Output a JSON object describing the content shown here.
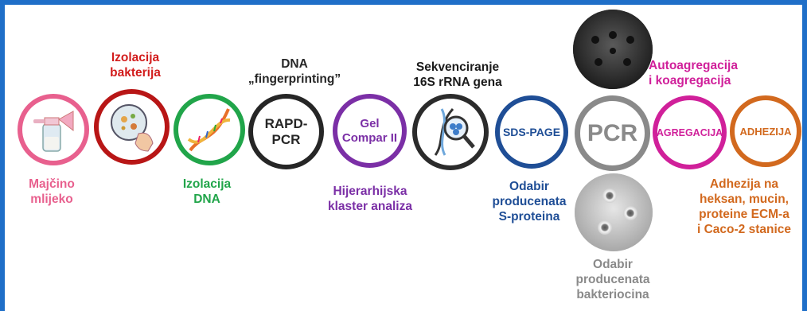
{
  "steps": {
    "breast_milk": {
      "label": "Majčino\nmlijeko",
      "color": "#e8608e",
      "icon": "breast-pump-icon"
    },
    "bacteria_isolation": {
      "label": "Izolacija\nbakterija",
      "color": "#d21c1c",
      "icon": "petri-dish-hand-icon"
    },
    "dna_isolation": {
      "label": "Izolacija\nDNA",
      "color": "#21a54a",
      "icon": "dna-helix-icon"
    },
    "dna_fingerprinting": {
      "label": "DNA\n„fingerprinting”",
      "circle_text": "RAPD-PCR",
      "color": "#262626"
    },
    "gel_compar": {
      "label": "Hijerarhijska\nklaster analiza",
      "circle_text": "Gel\nCompar II",
      "color": "#7b2fa6"
    },
    "sequencing": {
      "label": "Sekvenciranje\n16S rRNA gena",
      "color": "#1a1a1a",
      "icon": "dna-magnifier-icon"
    },
    "sds_page": {
      "label": "Odabir\nproducenata\nS-proteina",
      "circle_text": "SDS-PAGE",
      "color": "#1f4e96"
    },
    "pcr": {
      "label": "Odabir\nproducenata\nbakteriocina",
      "circle_text": "PCR",
      "color": "#8a8a8a"
    },
    "aggregation": {
      "label": "Autoagregacija\ni koagregacija",
      "circle_text": "AGREGACIJA",
      "color": "#d0209a"
    },
    "adhesion": {
      "label": "Adhezija na\nheksan, mucin,\nproteine ECM-a\ni Caco-2 stanice",
      "circle_text": "ADHEZIJA",
      "color": "#d2691e"
    }
  },
  "colors": {
    "border": "#1f6fc8"
  }
}
